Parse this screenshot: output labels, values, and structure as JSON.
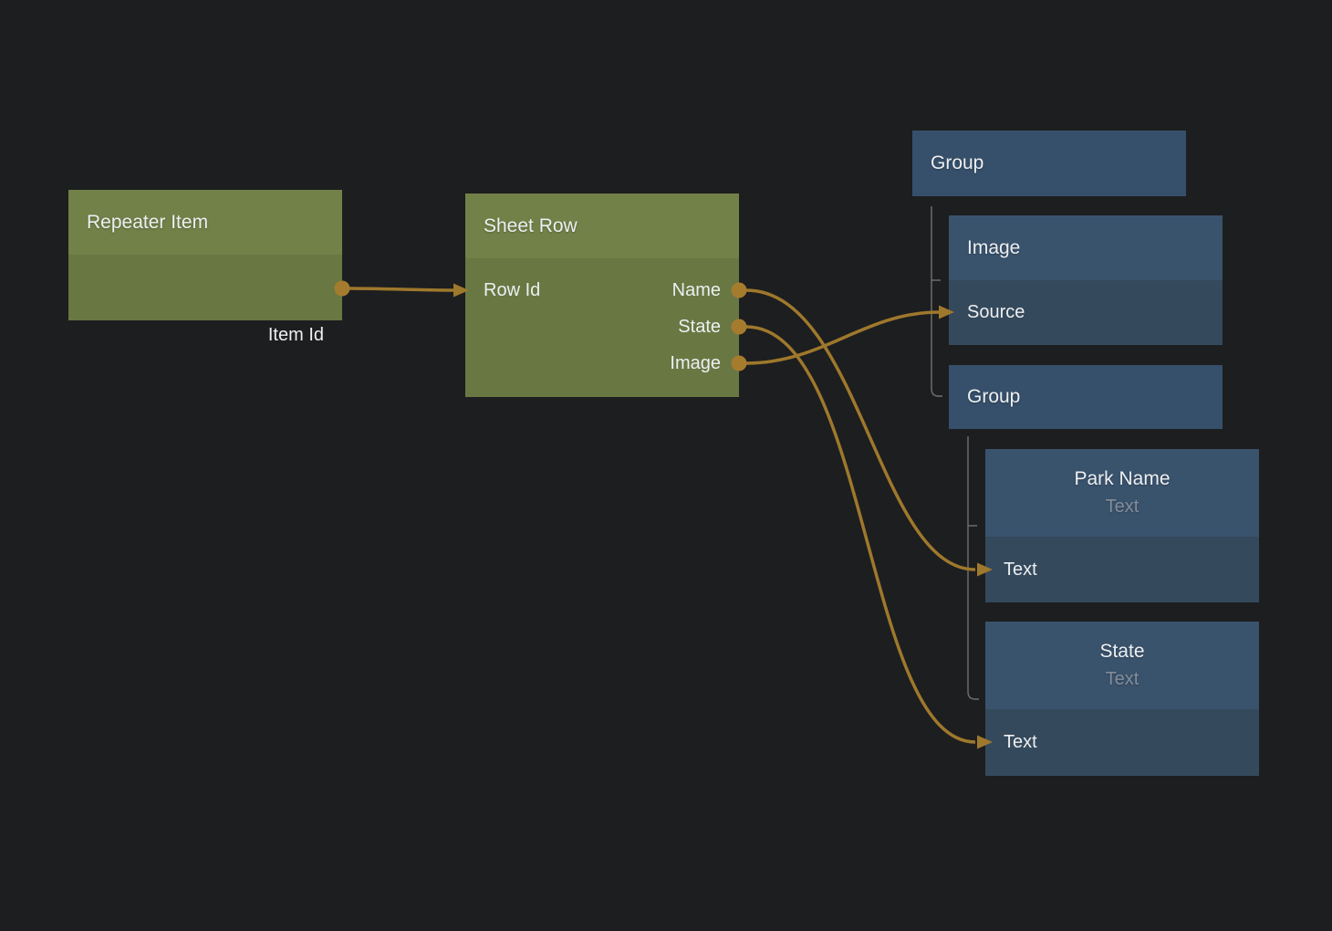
{
  "colors": {
    "background": "#1d1e1f",
    "green_header": "#728148",
    "green_body": "#697743",
    "blue_header": "#3a536d",
    "blue_row": "#34495c",
    "blue_group": "#36506b",
    "wire": "#9e782c",
    "tree_line": "#717171",
    "text_primary": "#edeff1",
    "text_muted": "#838d9a"
  },
  "nodes": {
    "repeater_item": {
      "title": "Repeater Item",
      "outputs": [
        {
          "label": "Item Id"
        }
      ]
    },
    "sheet_row": {
      "title": "Sheet Row",
      "inputs": [
        {
          "label": "Row Id"
        }
      ],
      "outputs": [
        {
          "label": "Name"
        },
        {
          "label": "State"
        },
        {
          "label": "Image"
        }
      ]
    },
    "group_outer": {
      "title": "Group"
    },
    "image": {
      "title": "Image",
      "rows": [
        {
          "label": "Source"
        }
      ]
    },
    "group_inner": {
      "title": "Group"
    },
    "park_name": {
      "title": "Park Name",
      "subtitle": "Text",
      "rows": [
        {
          "label": "Text"
        }
      ]
    },
    "state": {
      "title": "State",
      "subtitle": "Text",
      "rows": [
        {
          "label": "Text"
        }
      ]
    }
  },
  "connections": [
    {
      "from": "Repeater Item / Item Id",
      "to": "Sheet Row / Row Id"
    },
    {
      "from": "Sheet Row / Name",
      "to": "Park Name / Text"
    },
    {
      "from": "Sheet Row / State",
      "to": "State / Text"
    },
    {
      "from": "Sheet Row / Image",
      "to": "Image / Source"
    }
  ]
}
